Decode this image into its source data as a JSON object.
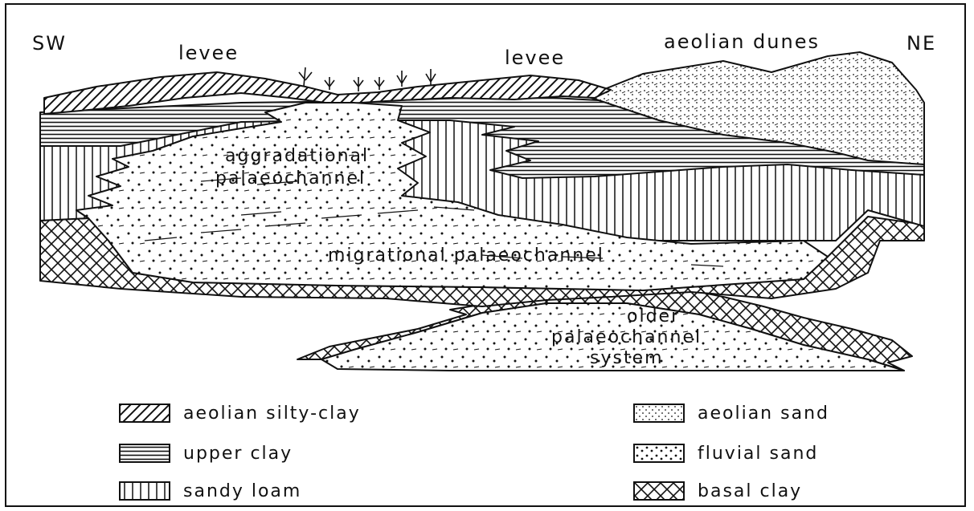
{
  "directions": {
    "left": "SW",
    "right": "NE"
  },
  "labels": {
    "levee_left": "levee",
    "levee_right": "levee",
    "aeolian_dunes": "aeolian dunes",
    "aggradational_1": "aggradational",
    "aggradational_2": "palaeochannel",
    "migrational": "migrational palaeochannel",
    "older_1": "older",
    "older_2": "palaeochannel",
    "older_3": "system"
  },
  "legend": [
    {
      "label": "aeolian silty-clay",
      "pattern": "diagonal-hatch"
    },
    {
      "label": "upper clay",
      "pattern": "horizontal-lines"
    },
    {
      "label": "sandy loam",
      "pattern": "vertical-lines"
    },
    {
      "label": "aeolian sand",
      "pattern": "fine-dots"
    },
    {
      "label": "fluvial sand",
      "pattern": "coarse-dots"
    },
    {
      "label": "basal clay",
      "pattern": "crosshatch"
    }
  ],
  "colors": {
    "ink": "#111111",
    "paper": "#ffffff"
  }
}
